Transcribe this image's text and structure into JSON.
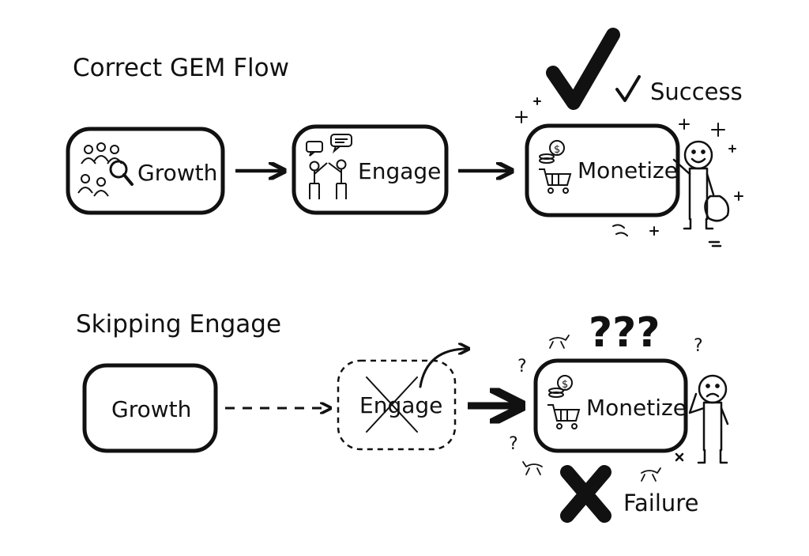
{
  "correct_flow": {
    "title": "Correct GEM Flow",
    "nodes": [
      "Growth",
      "Engage",
      "Monetize"
    ],
    "result": "Success"
  },
  "skip_flow": {
    "title": "Skipping Engage",
    "nodes": [
      "Growth",
      "Engage",
      "Monetize"
    ],
    "confusion": "???",
    "small_question": "?",
    "result": "Failure"
  },
  "colors": {
    "ink": "#111111",
    "background": "#ffffff"
  },
  "icons": [
    "crowd-magnifier-icon",
    "people-high-five-icon",
    "speech-bubble-icon",
    "coins-icon",
    "shopping-cart-icon",
    "happy-person-icon",
    "sad-person-icon",
    "checkmark-icon",
    "x-mark-icon",
    "sparkle-icon",
    "cricket-icon",
    "curved-arrow-icon"
  ]
}
